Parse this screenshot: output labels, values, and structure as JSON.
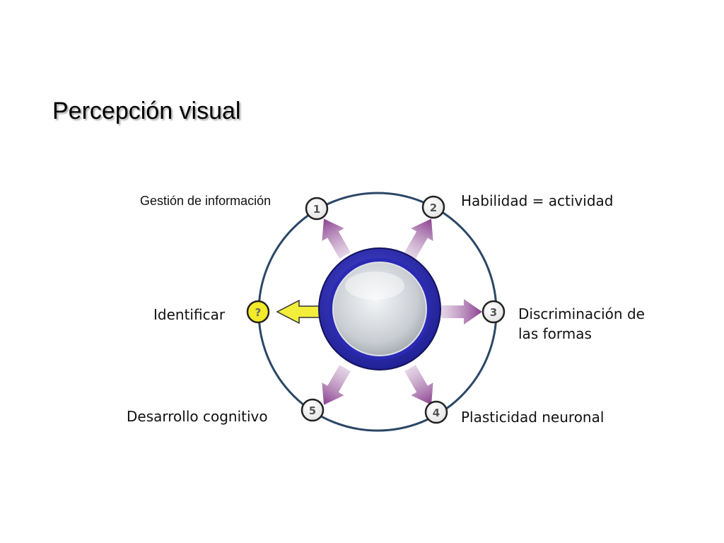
{
  "slide": {
    "title": "Percepción visual"
  },
  "diagram": {
    "colors": {
      "ring": "#2b4766",
      "hub_outer": "#2323a8",
      "hub_inner": "#c9cdd2",
      "arrow_purple": "#8a3f8f",
      "arrow_yellow": "#f3ee3a",
      "node_yellow": "#f2ea2a"
    },
    "nodes": [
      {
        "id": "1",
        "label": "Gestión de información"
      },
      {
        "id": "2",
        "label": "Habilidad = actividad"
      },
      {
        "id": "3",
        "label_line1": "Discriminación de",
        "label_line2": "las formas"
      },
      {
        "id": "4",
        "label": "Plasticidad neuronal"
      },
      {
        "id": "5",
        "label": "Desarrollo cognitivo"
      },
      {
        "id": "?",
        "label": "Identificar"
      }
    ]
  }
}
